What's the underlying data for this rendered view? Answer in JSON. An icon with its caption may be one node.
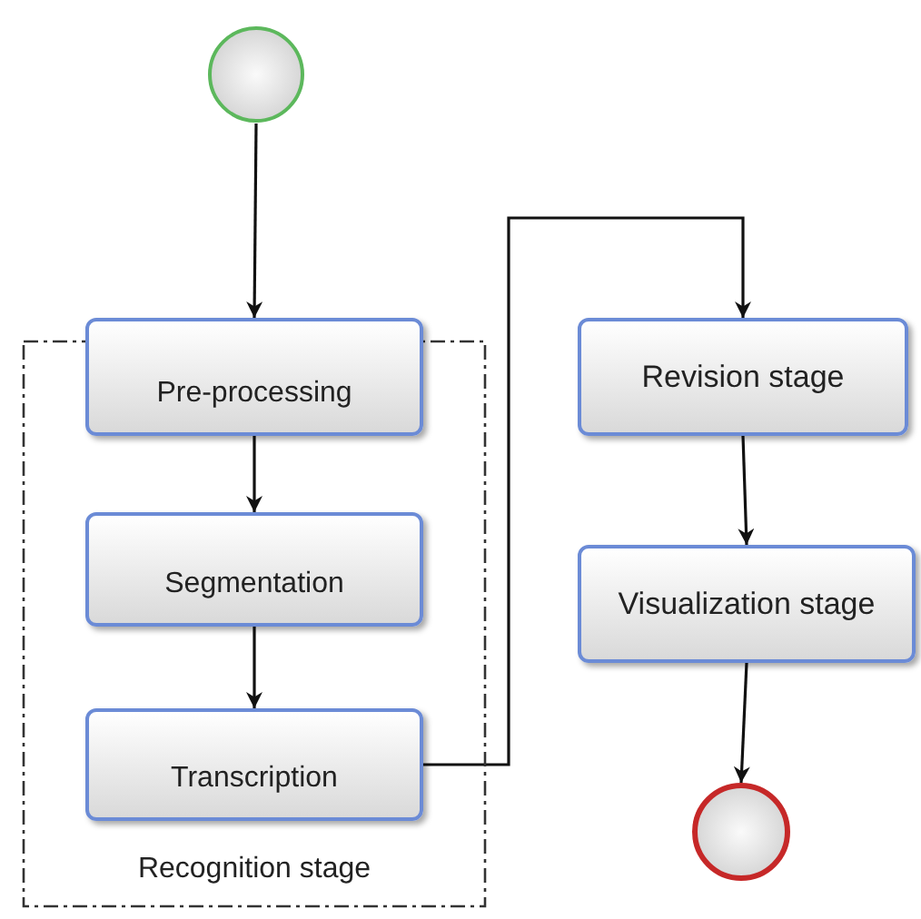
{
  "diagram": {
    "nodes": [
      {
        "text": [],
        "shape": "circle"
      },
      {
        "text": [
          "Recognition stage"
        ]
      },
      {
        "text": [
          "Pre-processing"
        ],
        "in": 1
      },
      {
        "text": [
          "Segmentation"
        ],
        "in": 1
      },
      {
        "text": [
          "Transcription"
        ],
        "in": 1
      },
      {
        "text": [
          "Revision stage"
        ]
      },
      {
        "text": [
          "Visualization stage"
        ]
      },
      {
        "text": [],
        "shape": "circle"
      }
    ],
    "edges": [
      {
        "from": 0,
        "to": 2,
        "arrow": "to"
      },
      {
        "from": 2,
        "to": 3,
        "arrow": "to"
      },
      {
        "from": 3,
        "to": 4,
        "arrow": "to"
      },
      {
        "from": 4,
        "to": 5,
        "arrow": "to"
      },
      {
        "from": 5,
        "to": 6,
        "arrow": "to"
      },
      {
        "from": 6,
        "to": 7,
        "arrow": "to"
      }
    ]
  }
}
